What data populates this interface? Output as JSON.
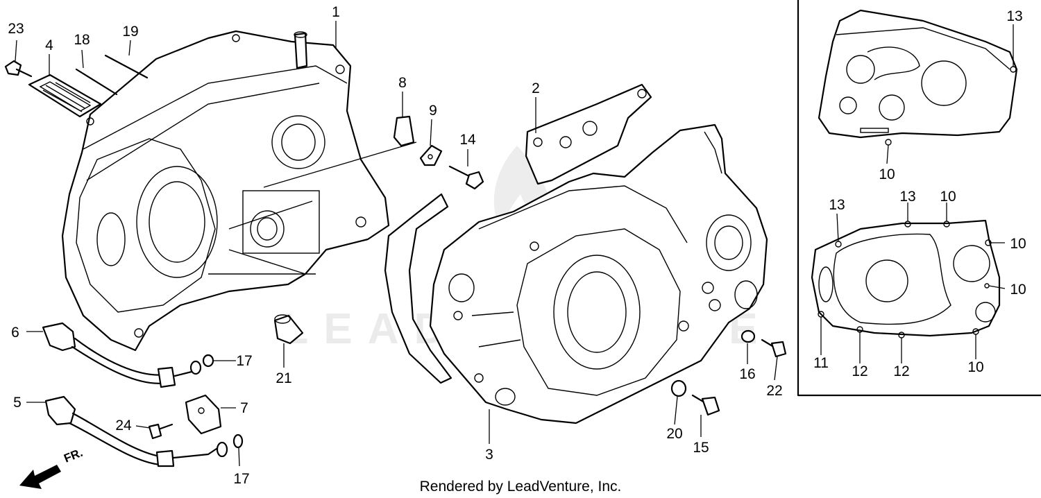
{
  "credit": "Rendered by LeadVenture, Inc.",
  "watermark": "LEADVENTURE",
  "direction_label": "FR.",
  "callouts": {
    "c1": "1",
    "c2": "2",
    "c3": "3",
    "c4": "4",
    "c5": "5",
    "c6": "6",
    "c7": "7",
    "c8": "8",
    "c9": "9",
    "c14": "14",
    "c15": "15",
    "c16": "16",
    "c17a": "17",
    "c17b": "17",
    "c18": "18",
    "c19": "19",
    "c20": "20",
    "c21": "21",
    "c22": "22",
    "c23": "23",
    "c24": "24"
  },
  "inset_callouts": {
    "top_13": "13",
    "top_10": "10",
    "b_13a": "13",
    "b_13b": "13",
    "b_10a": "10",
    "b_10b": "10",
    "b_10c": "10",
    "b_10d": "10",
    "b_11": "11",
    "b_12a": "12",
    "b_12b": "12"
  }
}
